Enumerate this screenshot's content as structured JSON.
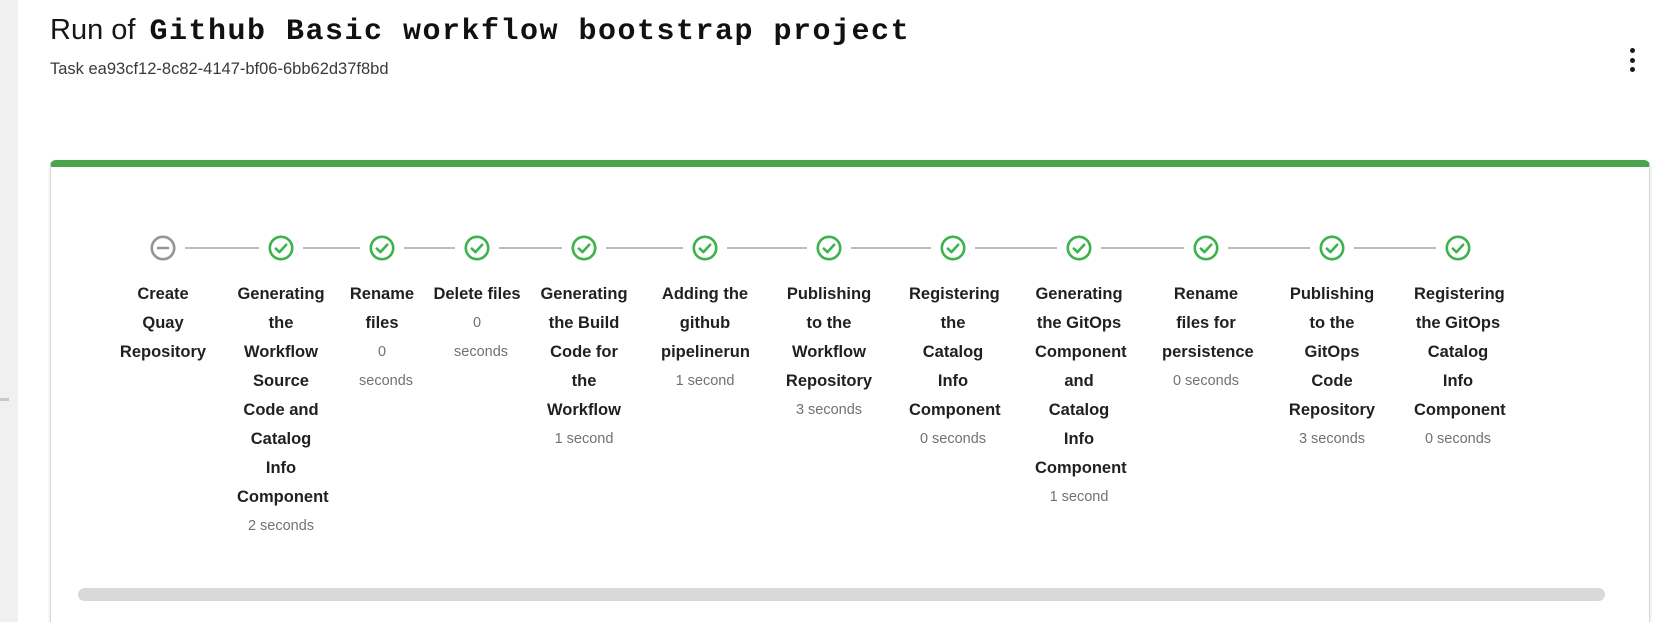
{
  "header": {
    "title_prefix": "Run of",
    "workflow_name": "Github Basic workflow bootstrap project",
    "task_id": "Task ea93cf12-8c82-4147-bf06-6bb62d37f8bd",
    "kebab_icon": "vertical-ellipsis-icon"
  },
  "colors": {
    "success_green": "#3eb24c",
    "card_top_border_green": "#4aa44e",
    "skipped_gray": "#939598",
    "connector_gray": "#b9bbbd",
    "label_text": "#1f2022",
    "duration_text": "#6f7274"
  },
  "stepper": {
    "steps": [
      {
        "label": "Create Quay Repository",
        "duration": "",
        "status": "skipped",
        "icon": "minus-circle-icon"
      },
      {
        "label": "Generating the Workflow Source Code and Catalog Info Component",
        "duration": "2 seconds",
        "status": "completed",
        "icon": "check-circle-icon"
      },
      {
        "label": "Rename files",
        "duration": "0 seconds",
        "status": "completed",
        "icon": "check-circle-icon"
      },
      {
        "label": "Delete files",
        "duration": "0 seconds",
        "status": "completed",
        "icon": "check-circle-icon"
      },
      {
        "label": "Generating the Build Code for the Workflow",
        "duration": "1 second",
        "status": "completed",
        "icon": "check-circle-icon"
      },
      {
        "label": "Adding the github pipelinerun",
        "duration": "1 second",
        "status": "completed",
        "icon": "check-circle-icon"
      },
      {
        "label": "Publishing to the Workflow Repository",
        "duration": "3 seconds",
        "status": "completed",
        "icon": "check-circle-icon"
      },
      {
        "label": "Registering the Catalog Info Component",
        "duration": "0 seconds",
        "status": "completed",
        "icon": "check-circle-icon"
      },
      {
        "label": "Generating the GitOps Component and Catalog Info Component",
        "duration": "1 second",
        "status": "completed",
        "icon": "check-circle-icon"
      },
      {
        "label": "Rename files for persistence",
        "duration": "0 seconds",
        "status": "completed",
        "icon": "check-circle-icon"
      },
      {
        "label": "Publishing to the GitOps Code Repository",
        "duration": "3 seconds",
        "status": "completed",
        "icon": "check-circle-icon"
      },
      {
        "label": "Registering the GitOps Catalog Info Component",
        "duration": "0 seconds",
        "status": "completed",
        "icon": "check-circle-icon"
      }
    ]
  }
}
